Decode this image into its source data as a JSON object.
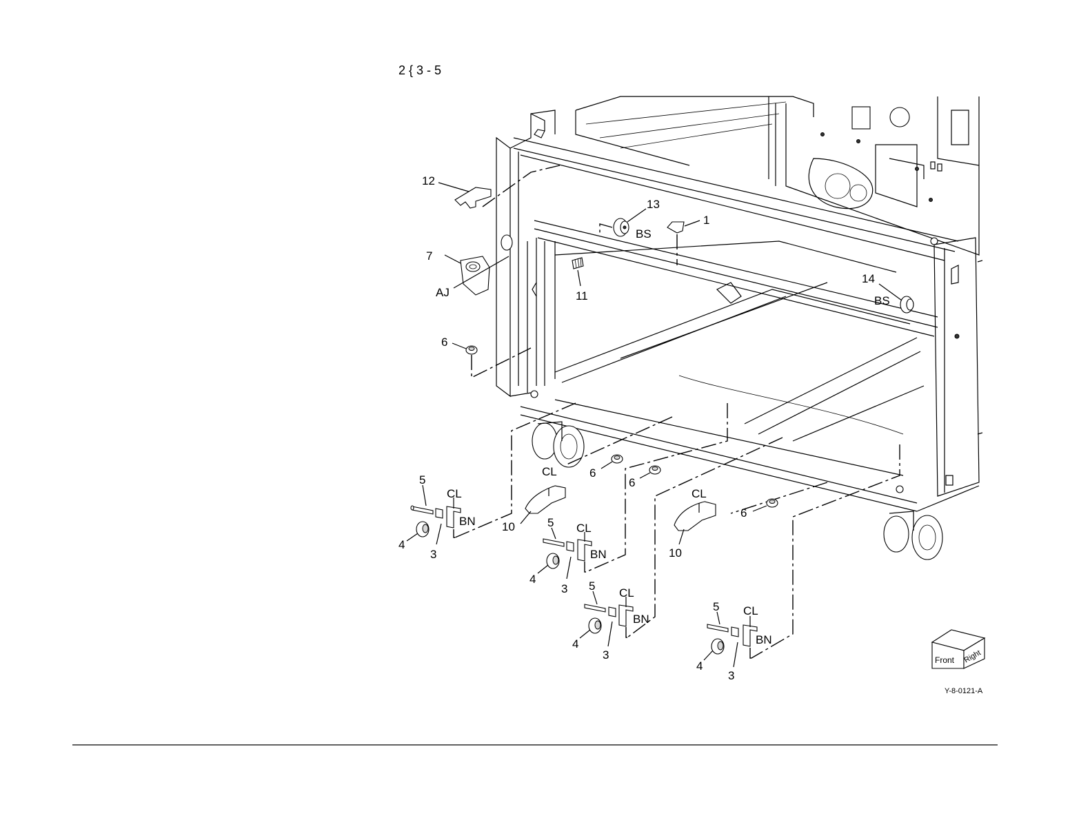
{
  "header": {
    "ref": "2 { 3 - 5"
  },
  "callouts": {
    "c1": "1",
    "c3a": "3",
    "c3b": "3",
    "c3c": "3",
    "c3d": "3",
    "c4a": "4",
    "c4b": "4",
    "c4c": "4",
    "c4d": "4",
    "c5a": "5",
    "c5b": "5",
    "c5c": "5",
    "c5d": "5",
    "c6a": "6",
    "c6b": "6",
    "c6c": "6",
    "c6d": "6",
    "c7": "7",
    "c10a": "10",
    "c10b": "10",
    "c11": "11",
    "c12": "12",
    "c13": "13",
    "c14": "14"
  },
  "codes": {
    "bs1": "BS",
    "bs2": "BS",
    "aj": "AJ",
    "cl1": "CL",
    "cl2": "CL",
    "cl3": "CL",
    "cl4": "CL",
    "cl5": "CL",
    "cl6": "CL",
    "bn1": "BN",
    "bn2": "BN",
    "bn3": "BN",
    "bn4": "BN"
  },
  "orientation_cube": {
    "front": "Front",
    "right": "Right"
  },
  "figure_id": "Y-8-0121-A"
}
